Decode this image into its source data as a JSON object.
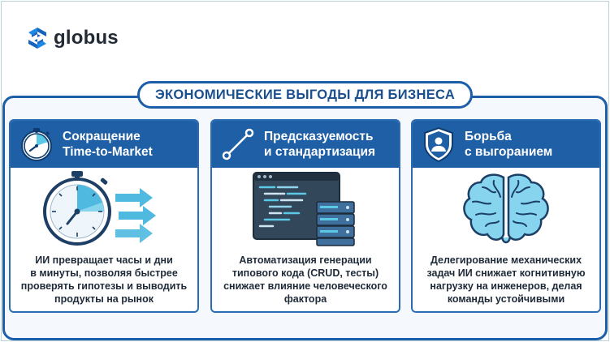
{
  "brand": {
    "name": "globus"
  },
  "title": "ЭКОНОМИЧЕСКИЕ ВЫГОДЫ ДЛЯ БИЗНЕСА",
  "cards": [
    {
      "title_line1": "Сокращение",
      "title_line2": "Time-to-Market",
      "icon": "stopwatch-icon",
      "illustration": "stopwatch-arrows",
      "text_line1": "ИИ превращает часы и дни",
      "text_line2": "в минуты, позволяя быстрее",
      "text_line3": "проверять гипотезы и выводить",
      "text_line4": "продукты на рынок"
    },
    {
      "title_line1": "Предсказуемость",
      "title_line2": "и стандартизация",
      "icon": "line-chart-icon",
      "illustration": "code-window-server",
      "text_line1": "Автоматизация генерации",
      "text_line2": "типового кода (CRUD, тесты)",
      "text_line3": "снижает влияние человеческого",
      "text_line4": "фактора"
    },
    {
      "title_line1": "Борьба",
      "title_line2": "с выгоранием",
      "icon": "shield-user-icon",
      "illustration": "brain",
      "text_line1": "Делегирование механических",
      "text_line2": "задач ИИ снижает когнитивную",
      "text_line3": "нагрузку на инженеров, делая",
      "text_line4": "команды устойчивыми"
    }
  ],
  "colors": {
    "primary": "#1f5fa6",
    "accent": "#5bc8e6",
    "text": "#1e2a38"
  }
}
